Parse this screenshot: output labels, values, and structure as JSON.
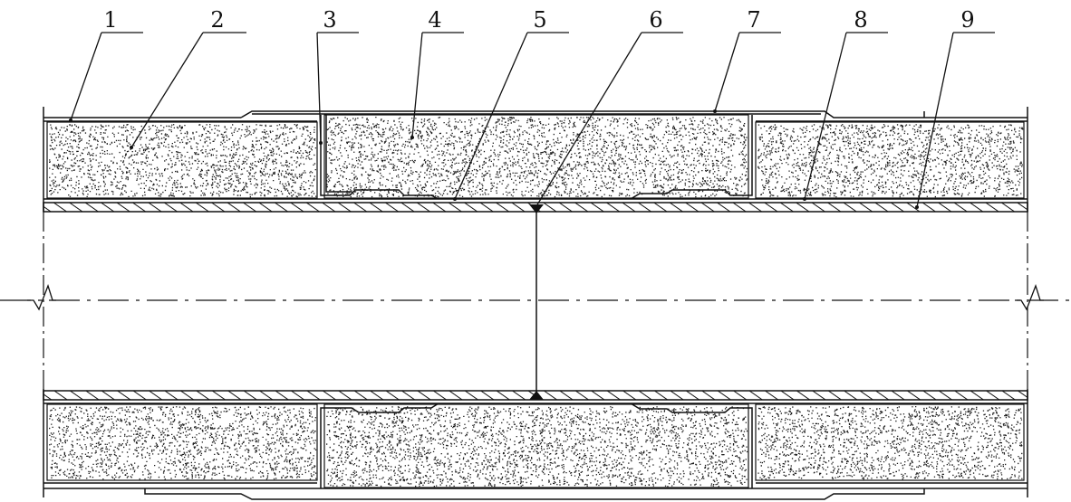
{
  "diagram": {
    "callouts": [
      {
        "id": "c1",
        "label": "1"
      },
      {
        "id": "c2",
        "label": "2"
      },
      {
        "id": "c3",
        "label": "3"
      },
      {
        "id": "c4",
        "label": "4"
      },
      {
        "id": "c5",
        "label": "5"
      },
      {
        "id": "c6",
        "label": "6"
      },
      {
        "id": "c7",
        "label": "7"
      },
      {
        "id": "c8",
        "label": "8"
      },
      {
        "id": "c9",
        "label": "9"
      }
    ],
    "colors": {
      "line": "#111111",
      "fill_light": "#ffffff",
      "dot": "#1a1a1a"
    }
  }
}
